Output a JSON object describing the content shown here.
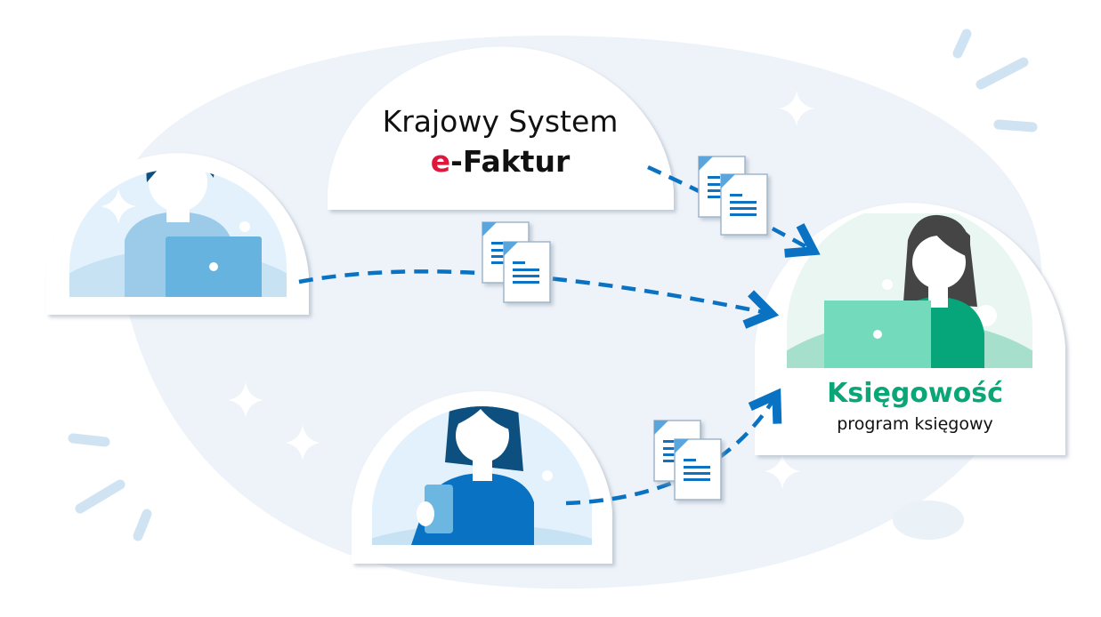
{
  "ksef": {
    "line1": "Krajowy System",
    "prefix": "e",
    "rest": "-Faktur"
  },
  "accounting": {
    "title": "Księgowość",
    "subtitle": "program księgowy"
  },
  "colors": {
    "arrow": "#0a72c2",
    "red": "#e0173c",
    "green": "#0ba678",
    "background": "#eef3f9"
  },
  "icons": [
    "person-laptop-icon",
    "person-phone-icon",
    "accountant-icon",
    "document-stack-icon",
    "sparkle-icon"
  ]
}
